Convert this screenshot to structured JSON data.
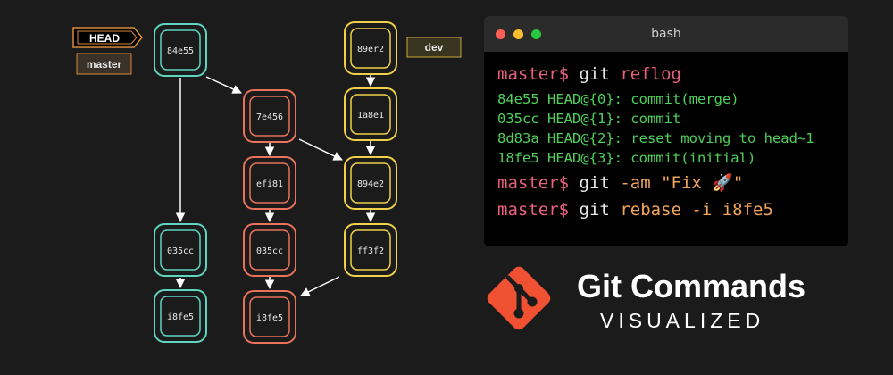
{
  "graph": {
    "head_label": "HEAD",
    "master_label": "master",
    "dev_label": "dev",
    "commits": {
      "c84e55": "84e55",
      "c7e456": "7e456",
      "cefi81": "efi81",
      "c035cc_a": "035cc",
      "c035cc_b": "035cc",
      "ci8fe5_a": "i8fe5",
      "ci8fe5_b": "i8fe5",
      "c89er2": "89er2",
      "c1a8e1": "1a8e1",
      "c894e2": "894e2",
      "cff3f2": "ff3f2"
    }
  },
  "terminal": {
    "title": "bash",
    "line1": {
      "prompt": "master$",
      "cmd": "git",
      "arg": "reflog"
    },
    "reflog": [
      "84e55 HEAD@{0}: commit(merge)",
      "035cc HEAD@{1}: commit",
      "8d83a HEAD@{2}: reset moving to head~1",
      "18fe5 HEAD@{3}: commit(initial)"
    ],
    "line2": {
      "prompt": "master$",
      "cmd": "git",
      "arg": "-am \"Fix 🚀\""
    },
    "line3": {
      "prompt": "master$",
      "cmd": "git",
      "arg": "rebase -i i8fe5"
    }
  },
  "brand": {
    "title": "Git Commands",
    "subtitle": "VISUALIZED"
  },
  "colors": {
    "teal": "#5fd4c0",
    "coral": "#e8735a",
    "yellow": "#f0d04a",
    "git_orange": "#f05133",
    "ref_orange": "#d98a3a"
  }
}
